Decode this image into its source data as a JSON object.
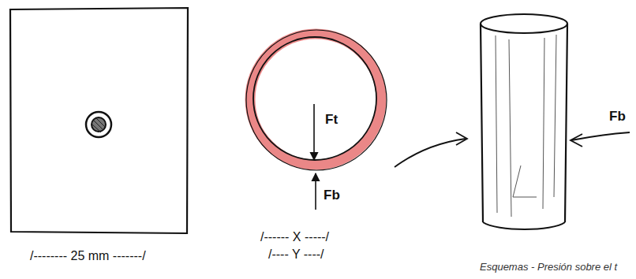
{
  "diagram": {
    "caption": "Esquemas - Presión sobre el t",
    "labels": [
      "/-------- 25 mm -------/",
      "Ft",
      "Fb",
      "/------ X -----/",
      "/---- Y ----/",
      "Fb"
    ]
  }
}
